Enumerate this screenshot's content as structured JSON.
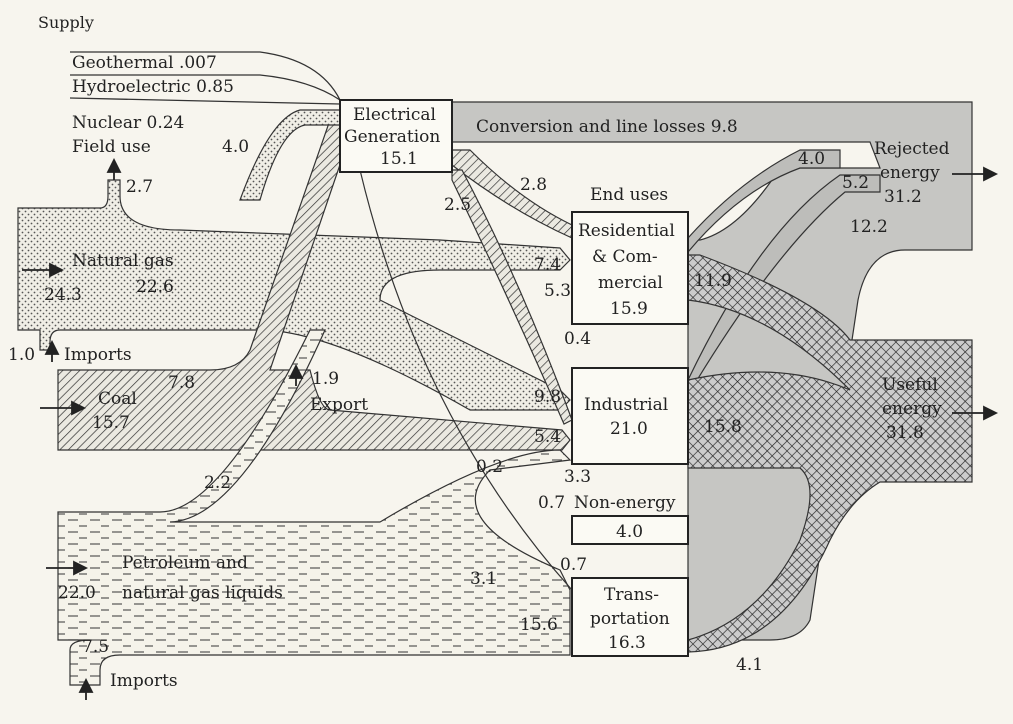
{
  "header": {
    "supply": "Supply",
    "end_uses": "End uses"
  },
  "sources": {
    "geothermal": "Geothermal  .007",
    "hydroelectric": "Hydroelectric  0.85",
    "nuclear": "Nuclear  0.24",
    "field_use": "Field use",
    "field_use_value": "2.7",
    "natural_gas": "Natural gas",
    "natural_gas_total": "24.3",
    "natural_gas_net": "22.6",
    "gas_imports_value": "1.0",
    "gas_imports": "Imports",
    "coal": "Coal",
    "coal_value": "15.7",
    "export_value": "1.9",
    "export": "Export",
    "petroleum_line1": "Petroleum and",
    "petroleum_line2": "natural gas liquids",
    "petroleum_value": "22.0",
    "oil_imports_value": "7.5",
    "oil_imports": "Imports"
  },
  "boxes": {
    "electrical": {
      "line1": "Electrical",
      "line2": "Generation",
      "value": "15.1"
    },
    "residential": {
      "line1": "Residential",
      "line2": "& Com-",
      "line3": "mercial",
      "value": "15.9"
    },
    "industrial": {
      "line1": "Industrial",
      "value": "21.0"
    },
    "non_energy": {
      "line1": "Non-energy",
      "value": "4.0"
    },
    "transportation": {
      "line1": "Trans-",
      "line2": "portation",
      "value": "16.3"
    }
  },
  "flow_values": {
    "nuclear_to_gen": "4.0",
    "coal_to_gen": "7.8",
    "petro_to_gen": "2.2",
    "gen_to_res": "2.8",
    "gen_to_ind": "2.5",
    "gas_to_res": "7.4",
    "petro_to_res": "5.3",
    "res_to_trans": "0.4",
    "gas_to_ind": "9.8",
    "coal_to_ind": "5.4",
    "gas_to_trans": "0.2",
    "petro_to_ind": "3.3",
    "coal_to_nonenergy": "0.7",
    "petro_to_nonenergy": "0.7",
    "gas_to_nonenergy": "3.1",
    "petro_to_trans": "15.6",
    "res_useful": "11.9",
    "ind_useful": "15.8",
    "trans_useful": "4.1",
    "res_rejected": "4.0",
    "ind_rejected": "5.2",
    "trans_rejected": "12.2"
  },
  "outputs": {
    "conversion_losses": "Conversion and line losses  9.8",
    "rejected_line1": "Rejected",
    "rejected_line2": "energy",
    "rejected_value": "31.2",
    "useful_line1": "Useful",
    "useful_line2": "energy",
    "useful_value": "31.8"
  },
  "colors": {
    "background": "#f7f5ee",
    "rejected_gray": "#c6c6c3",
    "useful_gray": "#cfcfcc",
    "gas_dots": "#e9e7dd",
    "coal_hatch": "#d9d7cf",
    "petroleum_dash": "#f3f1e8",
    "ink": "#222222"
  }
}
